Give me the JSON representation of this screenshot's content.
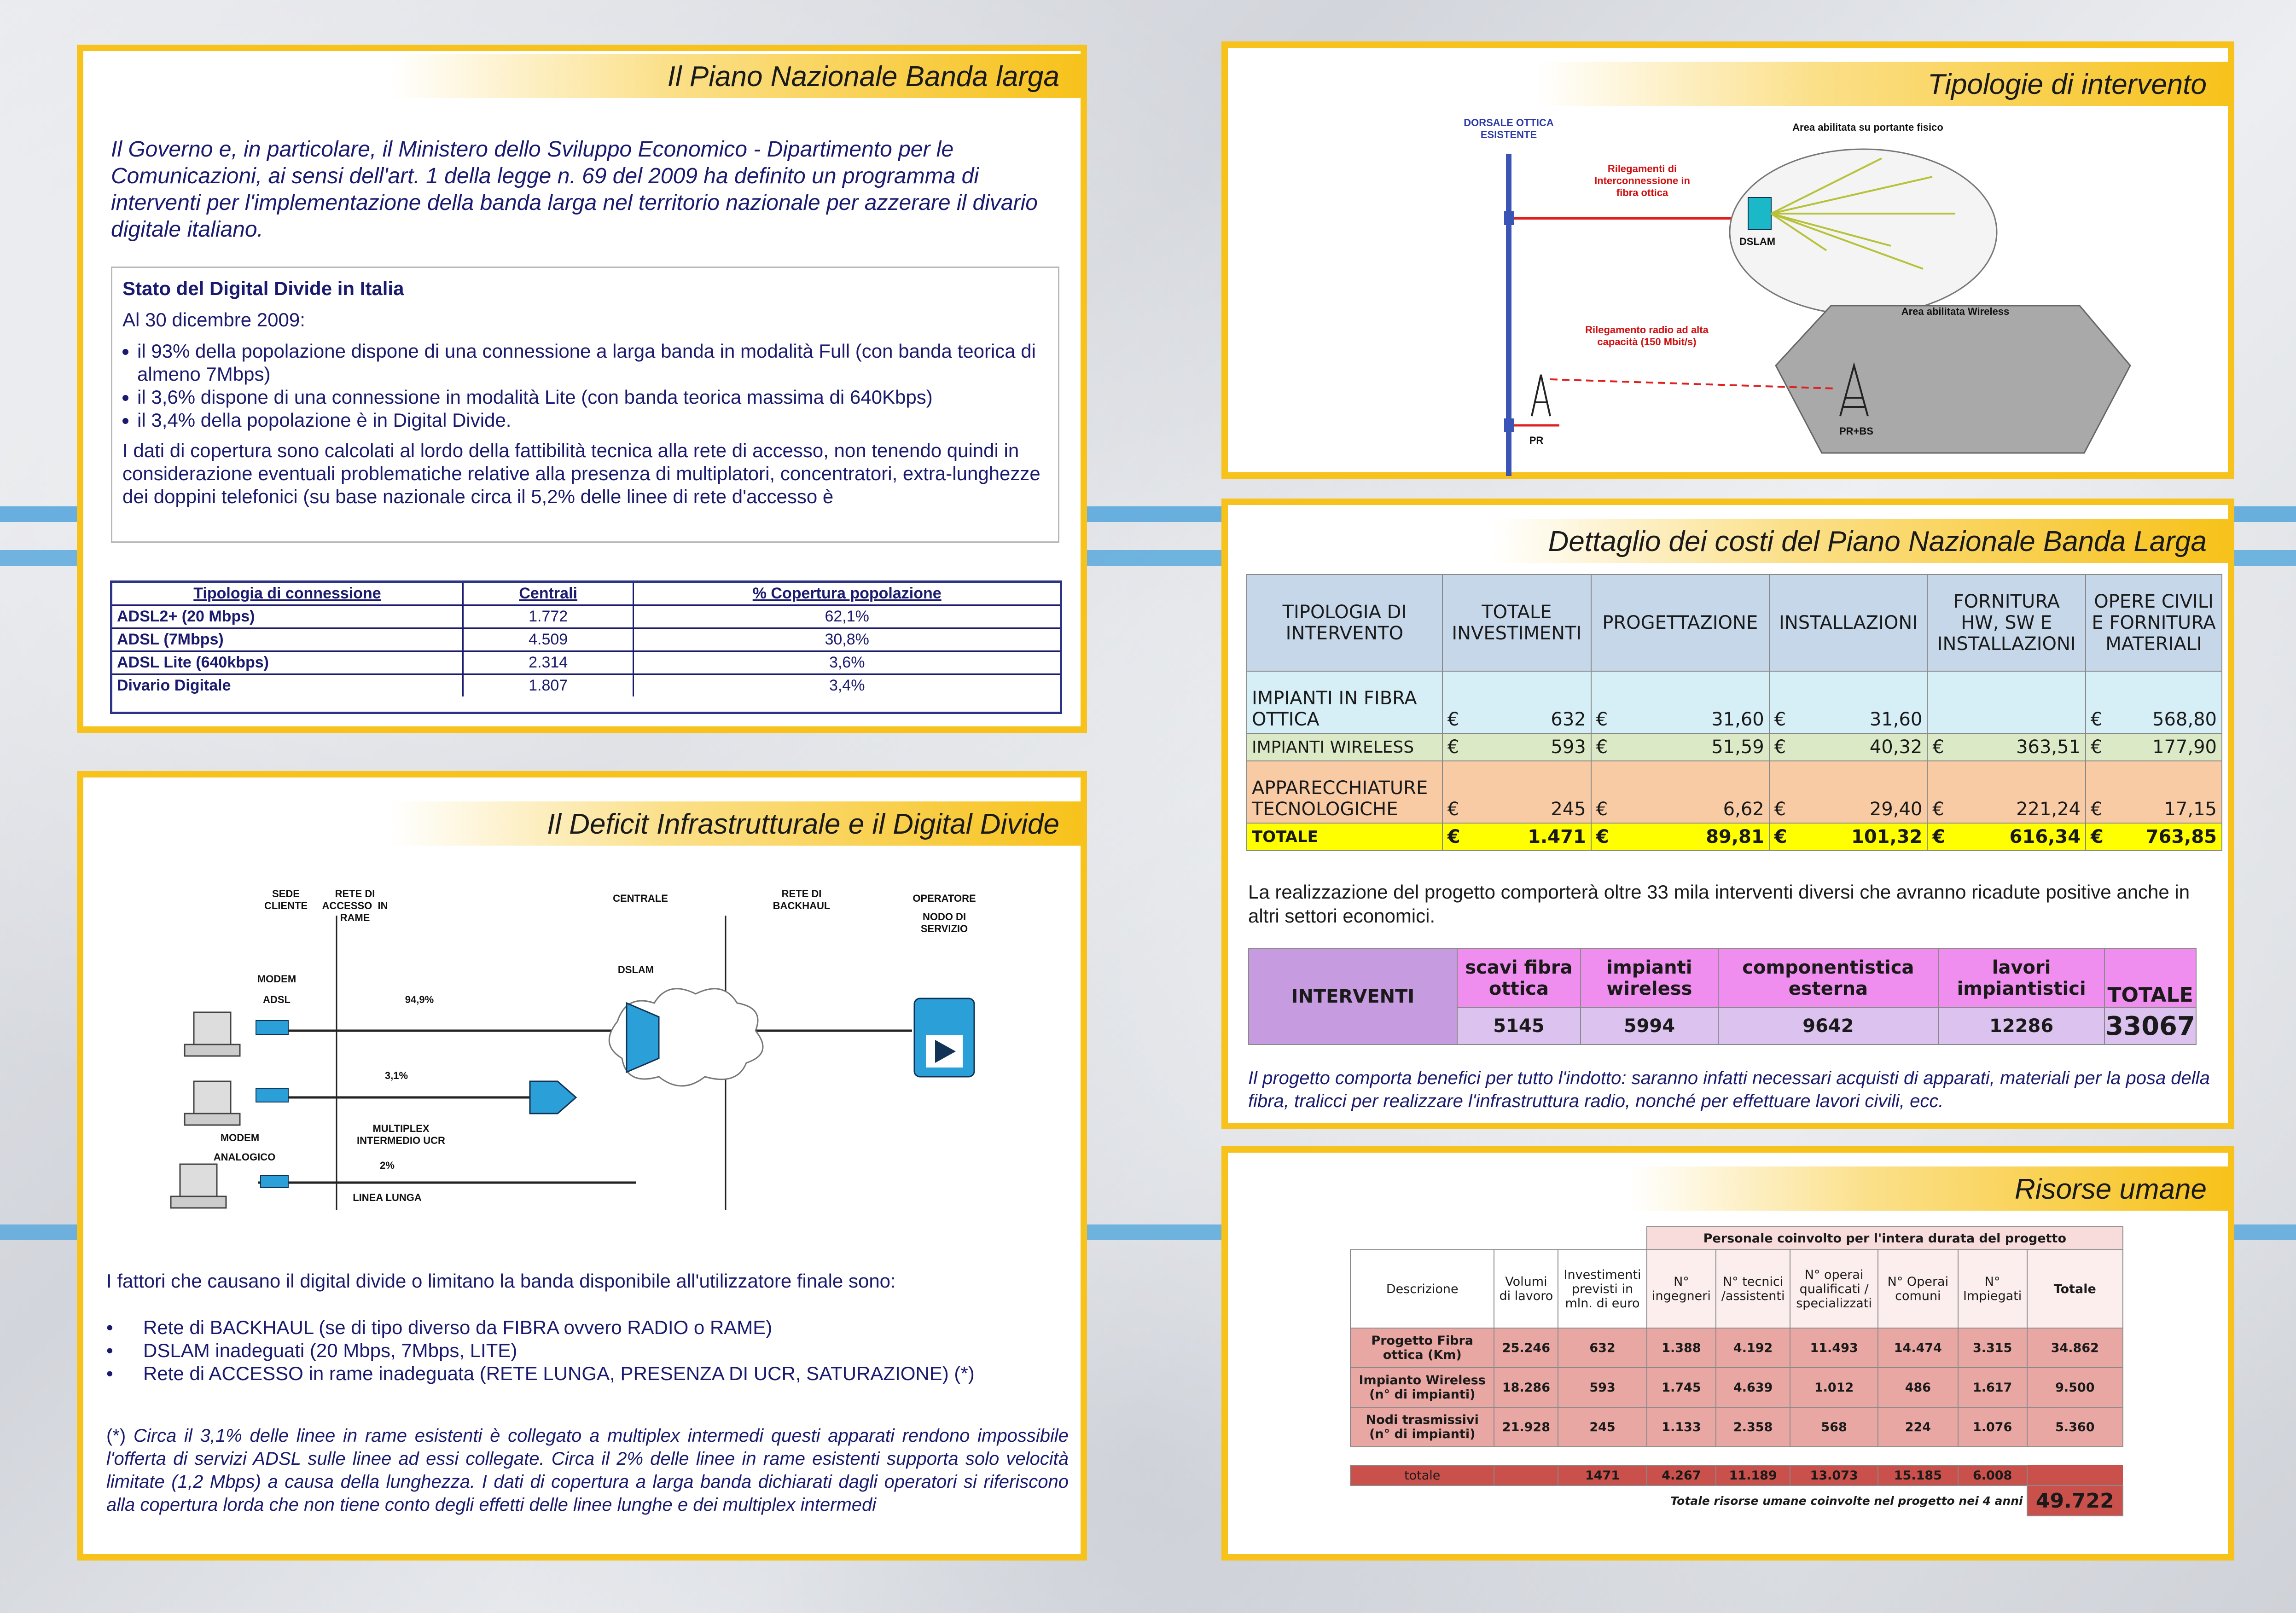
{
  "p1": {
    "title": "Il Piano Nazionale Banda larga",
    "intro": "Il Governo e, in particolare, il Ministero dello Sviluppo Economico - Dipartimento per le Comunicazioni, ai sensi dell'art. 1 della legge n. 69 del 2009 ha definito un programma di interventi per l'implementazione della banda larga nel territorio nazionale per azzerare il divario digitale italiano.",
    "box_title": "Stato del Digital Divide in Italia",
    "box_date": "Al 30 dicembre 2009:",
    "bullets": [
      "il 93% della popolazione dispone di una connessione a larga banda in modalità Full (con banda teorica di almeno 7Mbps)",
      "il 3,6% dispone di una connessione in modalità Lite (con banda teorica massima di 640Kbps)",
      "il 3,4% della popolazione è in Digital Divide."
    ],
    "note": "I dati di copertura sono calcolati al lordo della fattibilità tecnica alla rete di accesso, non tenendo quindi in considerazione eventuali problematiche relative alla presenza di multiplatori, concentratori, extra-lunghezze dei doppini telefonici (su base nazionale circa il 5,2% delle linee di rete d'accesso è",
    "table": {
      "headers": [
        "Tipologia di connessione",
        "Centrali",
        "% Copertura popolazione"
      ],
      "rows": [
        [
          "ADSL2+ (20 Mbps)",
          "1.772",
          "62,1%"
        ],
        [
          "ADSL (7Mbps)",
          "4.509",
          "30,8%"
        ],
        [
          "ADSL Lite (640kbps)",
          "2.314",
          "3,6%"
        ],
        [
          "Divario Digitale",
          "1.807",
          "3,4%"
        ]
      ]
    }
  },
  "p2": {
    "title": "Il Deficit Infrastrutturale e il Digital Divide",
    "diagram": {
      "sede": "SEDE\nCLIENTE",
      "rete_accesso": "RETE DI\nACCESSO  IN\nRAME",
      "centrale": "CENTRALE",
      "backhaul": "RETE DI\nBACKHAUL",
      "operatore": "OPERATORE",
      "nodo": "NODO DI\nSERVIZIO",
      "dslam": "DSLAM",
      "modem": "MODEM",
      "adsl": "ADSL",
      "p949": "94,9%",
      "p31": "3,1%",
      "multiplex": "MULTIPLEX\nINTERMEDIO UCR",
      "modem2": "MODEM",
      "analogico": "ANALOGICO",
      "p2": "2%",
      "linea": "LINEA LUNGA"
    },
    "factors_intro": "I fattori che causano il digital divide o limitano la banda disponibile all'utilizzatore finale sono:",
    "factors": [
      "Rete di BACKHAUL (se di tipo diverso da FIBRA ovvero RADIO o RAME)",
      "DSLAM inadeguati (20 Mbps, 7Mbps, LITE)",
      "Rete di ACCESSO in rame inadeguata (RETE LUNGA, PRESENZA DI UCR, SATURAZIONE) (*)"
    ],
    "footnote_mark": "(*)",
    "footnote": " Circa il 3,1% delle linee in rame esistenti è collegato a multiplex intermedi questi apparati rendono impossibile l'offerta di servizi ADSL sulle linee ad essi collegate. Circa il 2% delle linee in rame esistenti supporta solo velocità limitate (1,2 Mbps) a causa della lunghezza. I dati di copertura a larga banda dichiarati dagli operatori si riferiscono alla copertura lorda che non tiene conto degli effetti delle linee lunghe e dei multiplex intermedi"
  },
  "p3": {
    "title": "Tipologie di intervento",
    "dorsale": "DORSALE OTTICA\nESISTENTE",
    "area1": "Area abilitata su portante fisico",
    "rileg1": "Rilegamenti di\nInterconnessione in\nfibra ottica",
    "dslam": "DSLAM",
    "area2": "Area abilitata Wireless",
    "rileg2": "Rilegamento radio ad alta\ncapacità (150 Mbit/s)",
    "pr": "PR",
    "prbs": "PR+BS"
  },
  "p4": {
    "title": "Dettaglio dei costi del Piano Nazionale Banda Larga",
    "headers": [
      "TIPOLOGIA DI INTERVENTO",
      "TOTALE INVESTIMENTI",
      "PROGETTAZIONE",
      "INSTALLAZIONI",
      "FORNITURA HW, SW E INSTALLAZIONI",
      "OPERE CIVILI E FORNITURA MATERIALI"
    ],
    "rows": [
      [
        "IMPIANTI IN FIBRA OTTICA",
        "632",
        "31,60",
        "31,60",
        "",
        "568,80"
      ],
      [
        "IMPIANTI WIRELESS",
        "593",
        "51,59",
        "40,32",
        "363,51",
        "177,90"
      ],
      [
        "APPARECCHIATURE TECNOLOGICHE",
        "245",
        "6,62",
        "29,40",
        "221,24",
        "17,15"
      ],
      [
        "TOTALE",
        "1.471",
        "89,81",
        "101,32",
        "616,34",
        "763,85"
      ]
    ],
    "euro": "€",
    "text": "La realizzazione del progetto comporterà oltre 33 mila interventi diversi che avranno ricadute positive anche in altri settori economici.",
    "int_label": "INTERVENTI",
    "int_headers": [
      "scavi fibra ottica",
      "impianti wireless",
      "componentistica esterna",
      "lavori impiantistici",
      "TOTALE"
    ],
    "int_values": [
      "5145",
      "5994",
      "9642",
      "12286",
      "33067"
    ],
    "note": "Il progetto comporta benefici per tutto l'indotto: saranno infatti necessari acquisti di apparati, materiali per la posa della fibra, tralicci per realizzare l'infrastruttura radio, nonché per effettuare lavori civili, ecc."
  },
  "p5": {
    "title": "Risorse umane",
    "group": "Personale coinvolto per l'intera durata del progetto",
    "headers": [
      "Descrizione",
      "Volumi di lavoro",
      "Investimenti previsti in mln. di euro",
      "N° ingegneri",
      "N° tecnici /assistenti",
      "N° operai qualificati / specializzati",
      "N° Operai comuni",
      "N° Impiegati",
      "Totale"
    ],
    "rows": [
      [
        "Progetto Fibra ottica  (Km)",
        "25.246",
        "632",
        "1.388",
        "4.192",
        "11.493",
        "14.474",
        "3.315",
        "34.862"
      ],
      [
        "Impianto Wireless (n° di impianti)",
        "18.286",
        "593",
        "1.745",
        "4.639",
        "1.012",
        "486",
        "1.617",
        "9.500"
      ],
      [
        "Nodi  trasmissivi (n° di impianti)",
        "21.928",
        "245",
        "1.133",
        "2.358",
        "568",
        "224",
        "1.076",
        "5.360"
      ]
    ],
    "total_row": [
      "totale",
      "",
      "1471",
      "4.267",
      "11.189",
      "13.073",
      "15.185",
      "6.008"
    ],
    "footer": "Totale risorse umane coinvolte nel progetto nei 4 anni",
    "grand_total": "49.722"
  }
}
